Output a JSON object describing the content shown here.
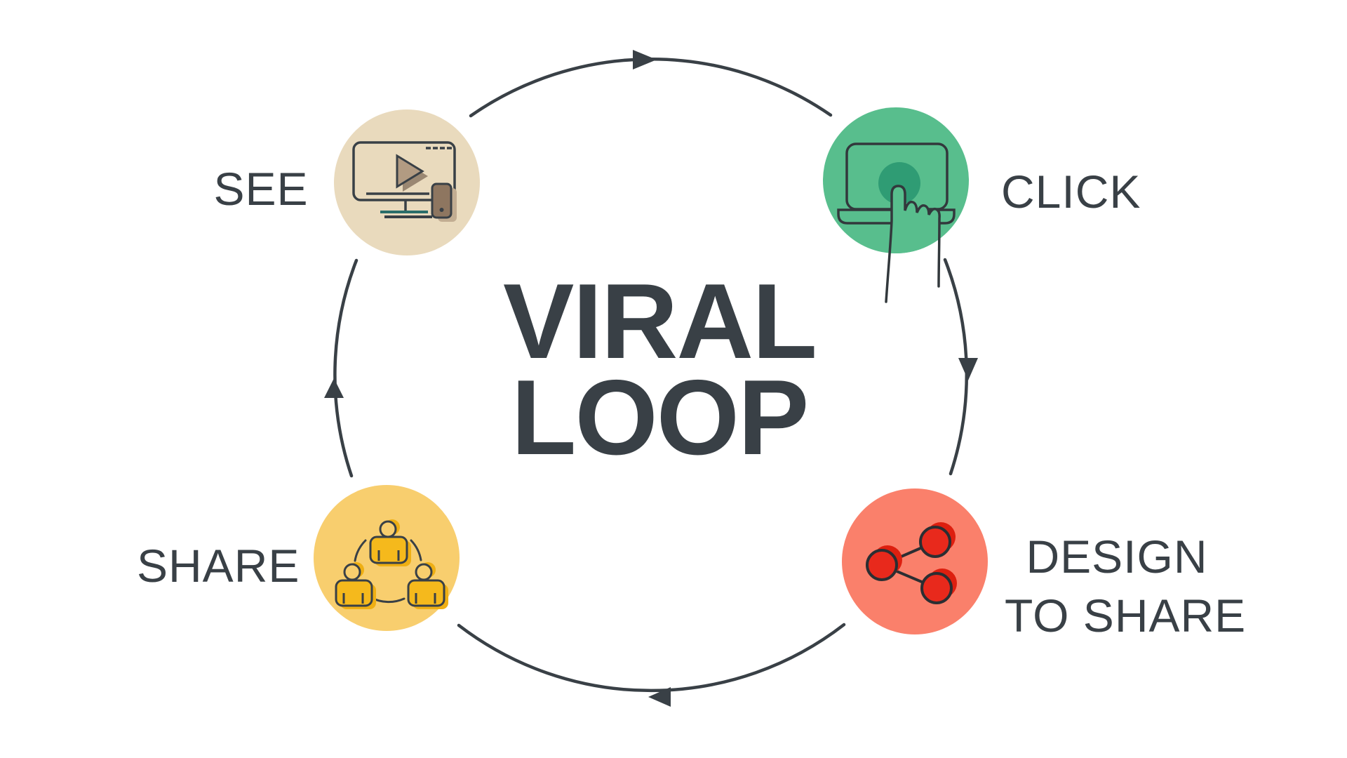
{
  "title": {
    "line1": "VIRAL",
    "line2": "LOOP",
    "color": "#394046"
  },
  "loop": {
    "direction": "clockwise",
    "arrow_color": "#394046",
    "sequence": [
      "SEE",
      "CLICK",
      "DESIGN TO SHARE",
      "SHARE"
    ]
  },
  "stages": [
    {
      "id": "see",
      "label": "SEE",
      "circle_color": "#E9DABD",
      "icon": "video-player-icon",
      "icon_accent_colors": [
        "#B29B82",
        "#8E7660",
        "#2A6E6A"
      ]
    },
    {
      "id": "click",
      "label": "CLICK",
      "circle_color": "#58BE8D",
      "icon": "laptop-click-icon",
      "icon_accent_colors": [
        "#2F9C74"
      ]
    },
    {
      "id": "design-to-share",
      "label_line1": "DESIGN",
      "label_line2": "TO SHARE",
      "circle_color": "#FA806B",
      "icon": "share-network-icon",
      "icon_accent_colors": [
        "#E8291C"
      ]
    },
    {
      "id": "share",
      "label": "SHARE",
      "circle_color": "#F8CE6E",
      "icon": "people-network-icon",
      "icon_accent_colors": [
        "#F5B91C"
      ]
    }
  ],
  "text_color": "#394046"
}
